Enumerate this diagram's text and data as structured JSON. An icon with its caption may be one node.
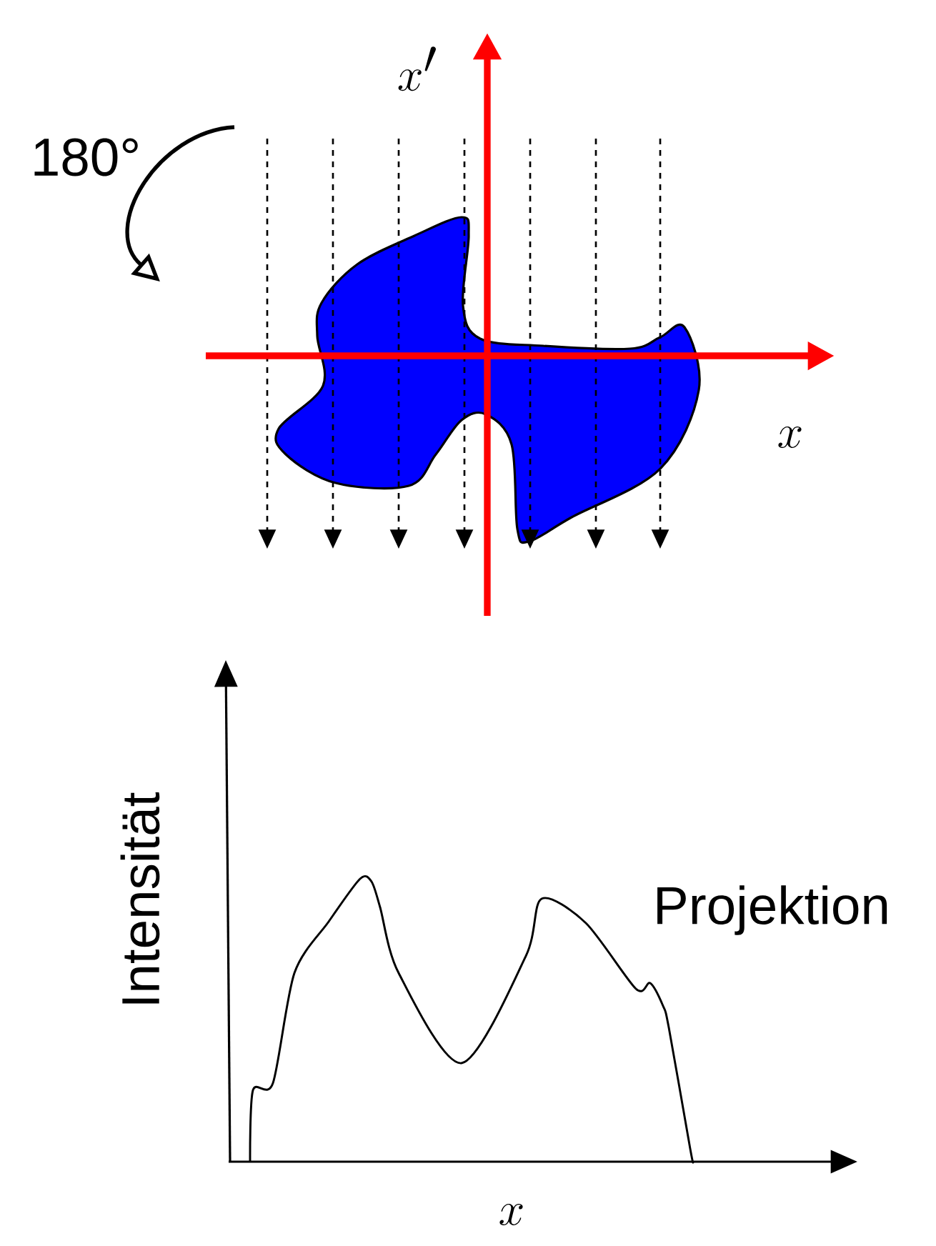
{
  "diagram": {
    "labels": [
      "180°",
      "x'",
      "x",
      "Intensität",
      "Projektion",
      "x"
    ]
  }
}
